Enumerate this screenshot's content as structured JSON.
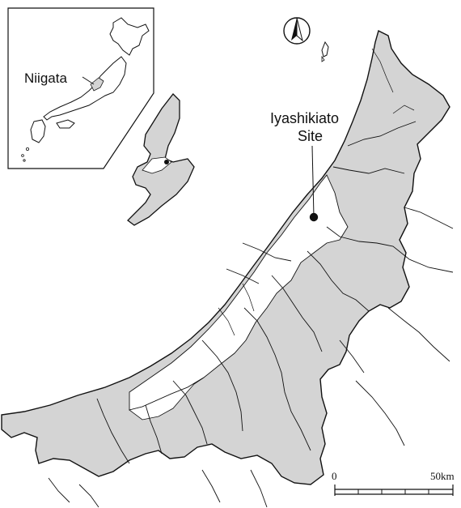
{
  "map": {
    "inset_label": "Niigata",
    "site_label_line1": "Iyashikiato",
    "site_label_line2": "Site",
    "north_symbol": "north-arrow",
    "scale_start": "0",
    "scale_end": "50km",
    "colors": {
      "land_fill": "#d4d4d4",
      "outline": "#111111",
      "background": "#ffffff"
    }
  }
}
